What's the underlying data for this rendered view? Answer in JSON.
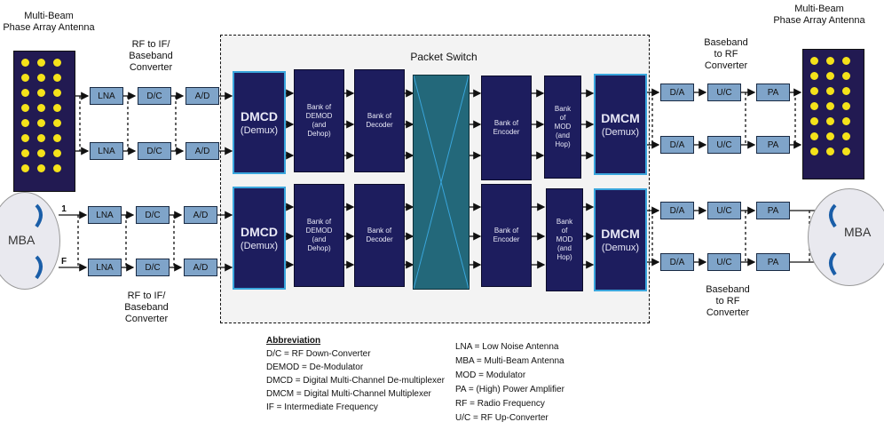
{
  "antenna_left_label": [
    "Multi-Beam",
    "Phase Array Antenna"
  ],
  "antenna_right_label": [
    "Multi-Beam",
    "Phase Array Antenna"
  ],
  "rf_if_top": [
    "RF to IF/",
    "Baseband",
    "Converter"
  ],
  "rf_if_bottom": [
    "RF to IF/",
    "Baseband",
    "Converter"
  ],
  "bb_rf_top": [
    "Baseband",
    "to RF",
    "Converter"
  ],
  "bb_rf_bottom": [
    "Baseband",
    "to RF",
    "Converter"
  ],
  "packet_switch": "Packet Switch",
  "mba": "MBA",
  "port_first": "1",
  "port_last": "F",
  "blocks": {
    "lna": "LNA",
    "dc": "D/C",
    "ad": "A/D",
    "da": "D/A",
    "uc": "U/C",
    "pa": "PA"
  },
  "dmcd": {
    "title": "DMCD",
    "sub": "(Demux)"
  },
  "dmcm": {
    "title": "DMCM",
    "sub": "(Demux)"
  },
  "demod": [
    "Bank of",
    "DEMOD",
    "(and",
    "Dehop)"
  ],
  "decoder": [
    "Bank of",
    "Decoder"
  ],
  "encoder": [
    "Bank of",
    "Encoder"
  ],
  "mod": [
    "Bank",
    "of",
    "MOD",
    "(and",
    "Hop)"
  ],
  "abbreviation": {
    "heading": "Abbreviation",
    "left": [
      "D/C = RF Down-Converter",
      "DEMOD = De-Modulator",
      "DMCD = Digital Multi-Channel De-multiplexer",
      "DMCM = Digital Multi-Channel Multiplexer",
      "IF = Intermediate Frequency"
    ],
    "right": [
      "LNA = Low Noise Antenna",
      "MBA = Multi-Beam Antenna",
      "MOD = Modulator",
      "PA = (High) Power Amplifier",
      "RF = Radio Frequency",
      "U/C = RF Up-Converter"
    ]
  },
  "colors": {
    "block_light": "#7fa4c9",
    "block_dark": "#1d1d5e",
    "antenna": "#221a52",
    "antenna_element": "#f4e21a",
    "switch": "#23687a",
    "dmc_border": "#3aa6dd"
  }
}
